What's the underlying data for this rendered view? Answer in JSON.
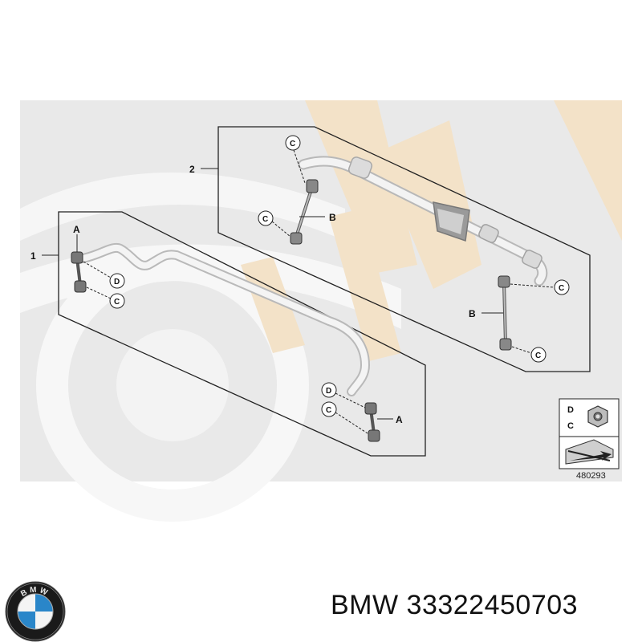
{
  "labels": {
    "item_1": "1",
    "item_2": "2",
    "a": "A",
    "b": "B",
    "c": "C",
    "d": "D"
  },
  "legend": {
    "d": "D",
    "c": "C"
  },
  "ref_number": "480293",
  "caption": {
    "brand": "BMW",
    "part_number": "33322450703"
  },
  "logo": {
    "text": "BMW"
  },
  "colors": {
    "watermark_grey": "#e6e6e6",
    "watermark_tan": "#f3e2c8",
    "line": "#222222",
    "bmw_blue": "#2a86c9"
  }
}
